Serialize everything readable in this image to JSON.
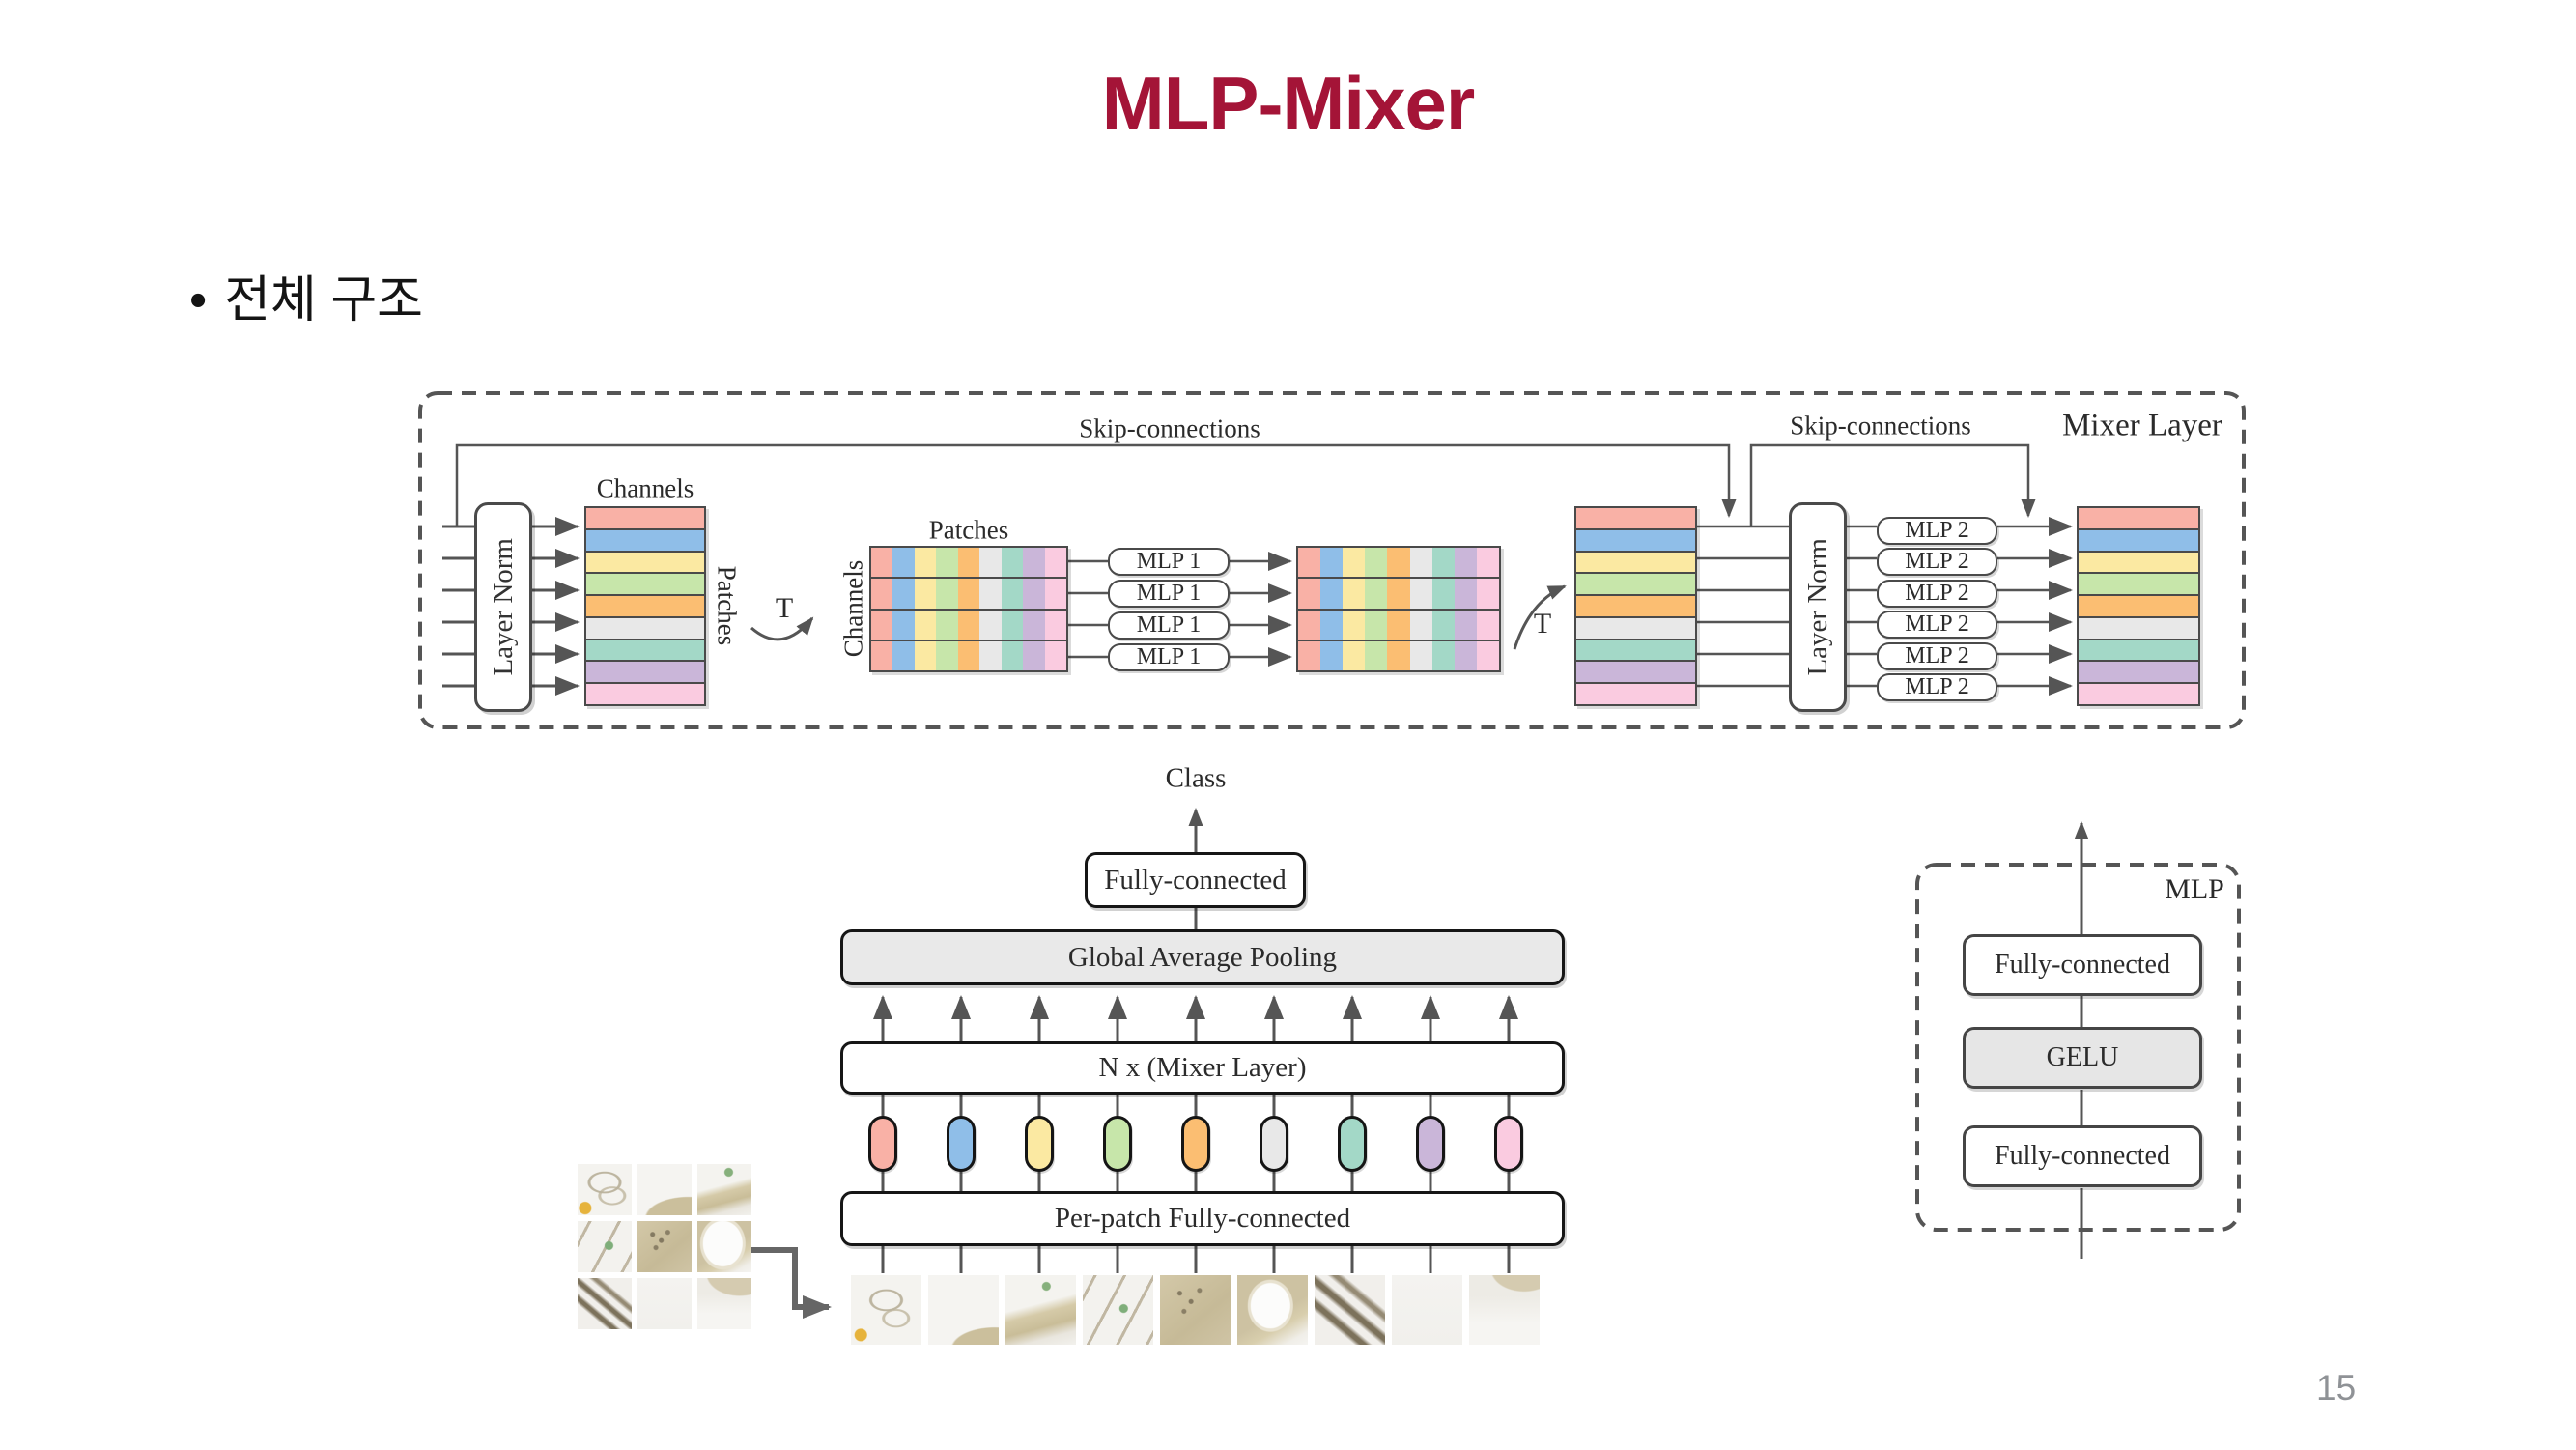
{
  "slide": {
    "title": "MLP-Mixer",
    "title_color": "#A41437",
    "bullet_marker": "•",
    "bullet": "전체 구조",
    "page_number": "15"
  },
  "diagram": {
    "mixer_layer_label": "Mixer Layer",
    "skip_connections_label": "Skip-connections",
    "layer_norm_label": "Layer Norm",
    "channels_label": "Channels",
    "patches_label": "Patches",
    "transpose_label": "T",
    "mlp1_label": "MLP 1",
    "mlp2_label": "MLP 2",
    "class_label": "Class",
    "fully_connected_label": "Fully-connected",
    "global_average_pooling_label": "Global Average Pooling",
    "n_mixer_label": "N x (Mixer Layer)",
    "per_patch_label": "Per-patch Fully-connected",
    "mlp_label": "MLP",
    "gelu_label": "GELU",
    "palette": [
      "#F9B1A6",
      "#8FBEE8",
      "#FBE9A2",
      "#C7E6AA",
      "#FBBE72",
      "#E8E8E8",
      "#A3D8C7",
      "#CAB6D9",
      "#FACBE0"
    ],
    "line_color": "#555555",
    "matrix_border_color": "#4a4a4a",
    "channel_count": 9,
    "patch_row_count": 4,
    "mlp1_count": 4,
    "mlp2_count": 6
  }
}
